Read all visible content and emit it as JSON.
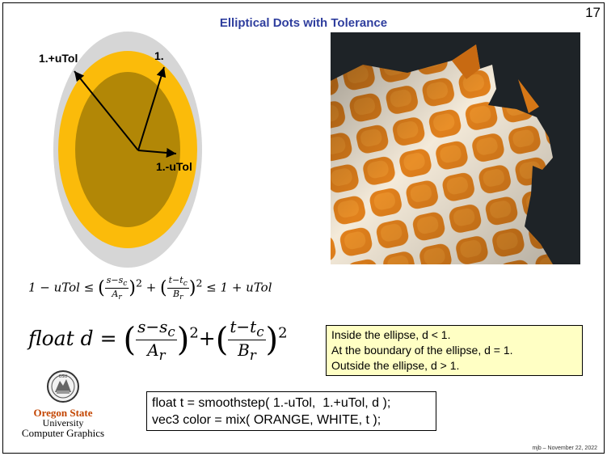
{
  "slide": {
    "title": "Elliptical Dots with Tolerance",
    "number": "17",
    "footer": "mjb – November 22, 2022"
  },
  "diagram": {
    "labels": {
      "outer": "1.+uTol",
      "middle": "1.",
      "inner": "1.-uTol"
    },
    "colors": {
      "outer": "#d6d6d6",
      "middle": "#fbbb0a",
      "inner": "#b28706"
    }
  },
  "equations": {
    "inequality": {
      "lhs": "1 − uTol ≤",
      "s_num": "s−s",
      "s_sub": "c",
      "a_den": "A",
      "a_sub": "r",
      "t_num": "t−t",
      "t_sub": "c",
      "b_den": "B",
      "b_sub": "r",
      "rhs": "≤ 1 + uTol"
    },
    "definition": {
      "lhs": "float d ="
    }
  },
  "callout": {
    "lines": [
      "Inside the ellipse, d < 1.",
      "At the boundary of the ellipse, d = 1.",
      "Outside the ellipse, d > 1."
    ]
  },
  "code": {
    "lines": [
      "float t = smoothstep( 1.-uTol,  1.+uTol, d );",
      "vec3 color = mix( ORANGE, WHITE, t );"
    ]
  },
  "logo": {
    "name": "Oregon State",
    "sub": "University",
    "dept": "Computer Graphics"
  }
}
